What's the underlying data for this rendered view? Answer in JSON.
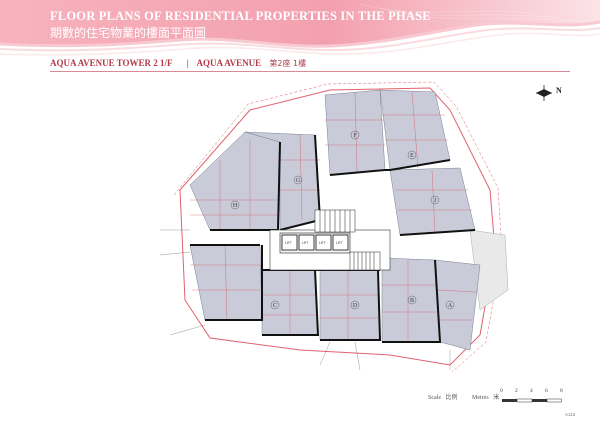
{
  "header": {
    "title_en": "FLOOR PLANS OF RESIDENTIAL PROPERTIES IN THE PHASE",
    "title_zh": "期數的住宅物業的樓面平面圖"
  },
  "subtitle": {
    "tower_en": "AQUA AVENUE TOWER 2 1/F",
    "separator": "|",
    "development_en": "AQUA AVENUE",
    "tower_zh": "第2座 1樓"
  },
  "compass": {
    "label": "N"
  },
  "plan": {
    "flat_labels": [
      "A",
      "B",
      "C",
      "D",
      "E",
      "F",
      "G",
      "H",
      "J"
    ],
    "lift_labels": [
      "LIFT",
      "LIFT",
      "LIFT",
      "LIFT"
    ]
  },
  "scale": {
    "label_en": "Scale",
    "label_zh": "比例",
    "unit_en": "Metres",
    "unit_zh": "米",
    "ticks": [
      "0",
      "2",
      "4",
      "6",
      "8"
    ]
  },
  "page_number": "A115",
  "colors": {
    "accent": "#b23a48",
    "header_pink": "#f4a7b4",
    "unit_fill": "#c9ccd8"
  }
}
